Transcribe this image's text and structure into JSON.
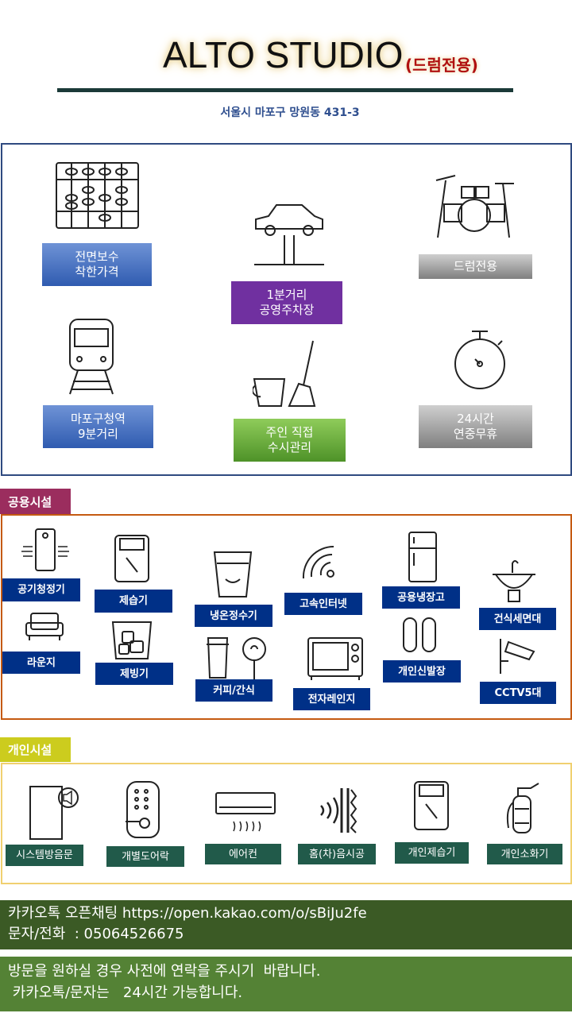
{
  "header": {
    "title": "ALTO STUDIO",
    "subtitle": "(드럼전용)",
    "address": "서울시 마포구 망원동 431-3"
  },
  "features": [
    {
      "label": "전면보수\n착한가격",
      "icon": "abacus-icon"
    },
    {
      "label": "1분거리\n공영주차장",
      "icon": "car-lift-icon"
    },
    {
      "label": "드럼전용",
      "icon": "drum-kit-icon"
    },
    {
      "label": "마포구청역\n9분거리",
      "icon": "train-icon"
    },
    {
      "label": "주인 직접\n수시관리",
      "icon": "bucket-broom-icon"
    },
    {
      "label": "24시간\n연중무휴",
      "icon": "stopwatch-icon"
    }
  ],
  "shared": {
    "title": "공용시설",
    "items": [
      "공기청정기",
      "제습기",
      "냉온정수기",
      "고속인터넷",
      "공용냉장고",
      "건식세면대",
      "라운지",
      "제빙기",
      "커피/간식",
      "전자레인지",
      "개인신발장",
      "CCTV5대"
    ]
  },
  "private": {
    "title": "개인시설",
    "items": [
      "시스템방음문",
      "개별도어락",
      "에어컨",
      "홈(차)음시공",
      "개인제습기",
      "개인소화기"
    ]
  },
  "contact": {
    "line1": "카카오톡 오픈채팅 https://open.kakao.com/o/sBiJu2fe",
    "line2": "문자/전화  : 05064526675"
  },
  "notice": {
    "line1": "방문을 원하실 경우 사전에 연락을 주시기  바랍니다.",
    "line2": " 카카오톡/문자는   24시간 가능합니다."
  },
  "colors": {
    "shared_tab": "#9b2d5e",
    "shared_border": "#c55a11",
    "private_tab": "#cccc1e",
    "private_border": "#f0d070",
    "navy": "#003087",
    "contact_bg": "#3b5a25",
    "notice_bg": "#548235"
  }
}
